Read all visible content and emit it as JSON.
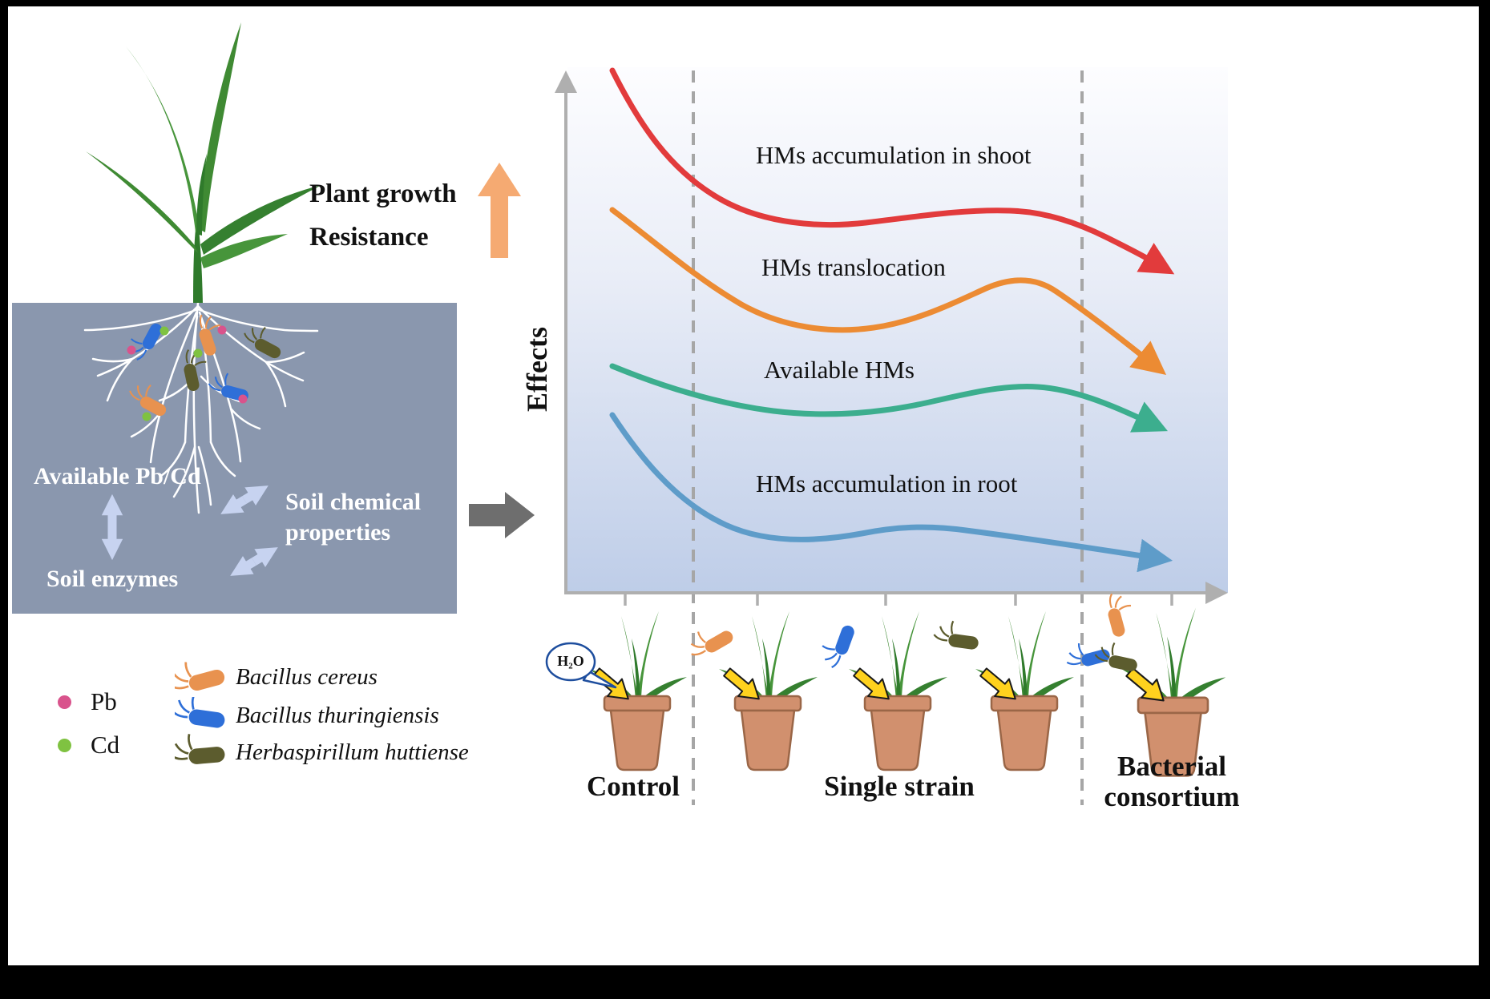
{
  "figure": {
    "plant_growth_label": "Plant growth",
    "resistance_label": "Resistance",
    "soil_box": {
      "available_pbcd": "Available Pb/Cd",
      "soil_chemical_properties": "Soil chemical properties",
      "soil_enzymes": "Soil enzymes"
    },
    "legend": {
      "pb_label": "Pb",
      "cd_label": "Cd",
      "pb_color": "#D9538C",
      "cd_color": "#7FC241",
      "species": [
        {
          "name": "Bacillus cereus",
          "color": "#E8924F"
        },
        {
          "name": "Bacillus thuringiensis",
          "color": "#2E6FD8"
        },
        {
          "name": "Herbaspirillum huttiense",
          "color": "#5C5C2E"
        }
      ]
    },
    "water_bubble": "H₂O",
    "colors": {
      "soil_box": "#8A97AE",
      "plant_green": "#3F8A33",
      "growth_arrow_orange": "#F5AA72",
      "soil_to_chart_arrow_gray": "#6E6E6E",
      "soil_interaction_arrow_blue": "#CBD7F4",
      "pot_terracotta": "#D1906E",
      "inoculation_arrow_yellow": "#FFD21E"
    }
  },
  "chart_data": {
    "type": "line",
    "title": "",
    "xlabel": "",
    "ylabel": "Effects",
    "x_groups": [
      "Control",
      "Single strain",
      "Bacterial consortium"
    ],
    "x_positions": [
      "Control",
      "Bacillus cereus",
      "Bacillus thuringiensis",
      "Herbaspirillum huttiense",
      "Bacterial consortium"
    ],
    "series": [
      {
        "name": "HMs accumulation in shoot",
        "color": "#E23B3C",
        "relative_effect": [
          98,
          72,
          72,
          73,
          62
        ]
      },
      {
        "name": "HMs translocation",
        "color": "#EC8B33",
        "relative_effect": [
          72,
          57,
          51,
          59,
          42
        ]
      },
      {
        "name": "Available HMs",
        "color": "#3CAE8E",
        "relative_effect": [
          43,
          36,
          34,
          39,
          31
        ]
      },
      {
        "name": "HMs accumulation in root",
        "color": "#5E9CC9",
        "relative_effect": [
          32,
          12,
          13,
          10,
          6
        ]
      }
    ],
    "axis_style": "arrowed axes without numeric ticks; curves end in arrowheads",
    "dividers": "two vertical dashed gray lines separating Control | Single strain | Bacterial consortium",
    "legend_position": "labels written directly above each curve",
    "background": "light blue vertical gradient, darker toward bottom"
  }
}
